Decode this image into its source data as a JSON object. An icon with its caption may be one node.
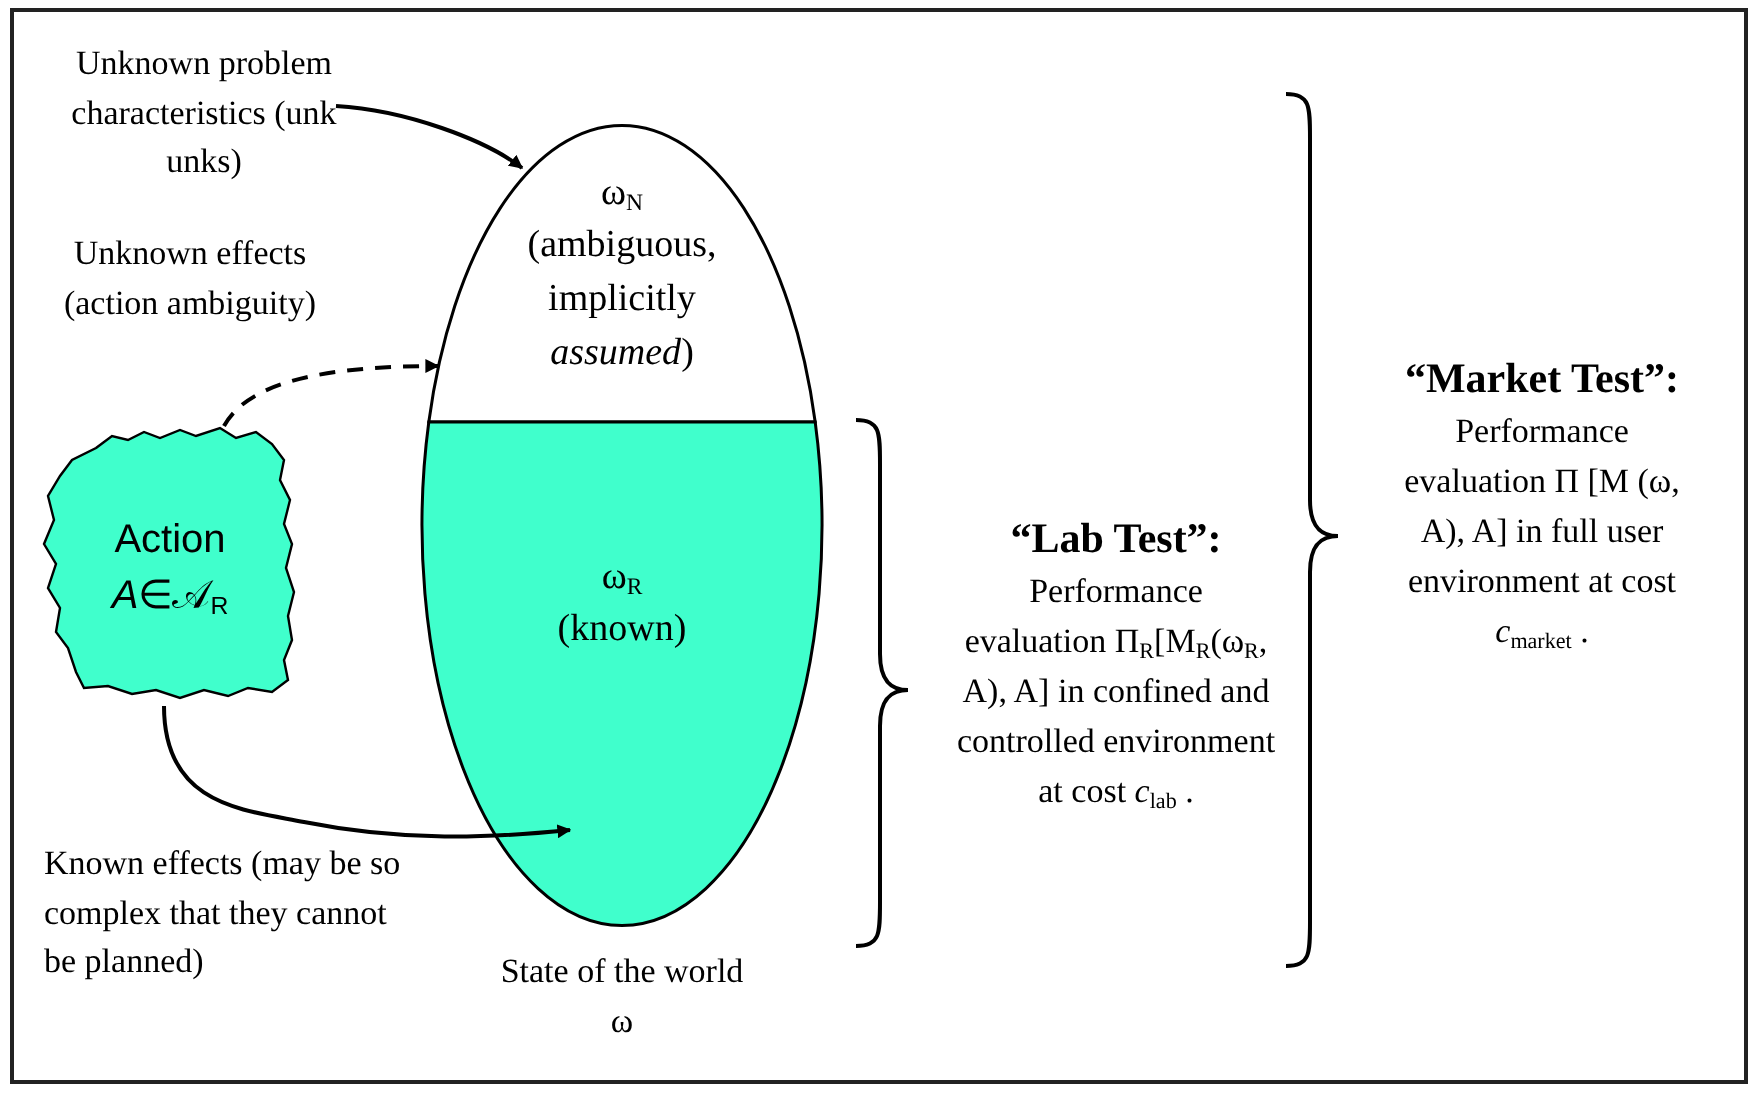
{
  "diagram": {
    "nodes": [
      {
        "text": [
          "Unknown problem characteristics (unk unks)"
        ]
      },
      {
        "text": [
          "ω$_{N}$",
          "(ambiguous, implicitly *assumed*)"
        ]
      },
      {
        "text": [
          "ω$_{R}$",
          "(known)"
        ],
        "beside": [
          "State of the world ω"
        ]
      },
      {
        "text": [
          "Action",
          "*A*∈𝒜$_{R}$"
        ]
      }
    ],
    "edges": [
      {
        "from": 0,
        "to": 1,
        "arrow": "to"
      },
      {
        "from": 3,
        "to": 1,
        "arrow": "to",
        "style": "dashed",
        "label": "Unknown effects (action ambiguity)"
      },
      {
        "from": 3,
        "to": 2,
        "arrow": "to",
        "label": "Known effects (may be so complex that they cannot be planned)"
      }
    ],
    "labels": [
      "“Market Test”:",
      "Performance evaluation Π [M (ω, A), A] in full user environment at cost *c*$_{market}$ .",
      "“Lab Test”:",
      "Performance evaluation Π$_{R}$[M$_{R}$(ω$_{R}$, A), A] in confined and controlled environment at cost *c*$_{lab}$ ."
    ]
  }
}
